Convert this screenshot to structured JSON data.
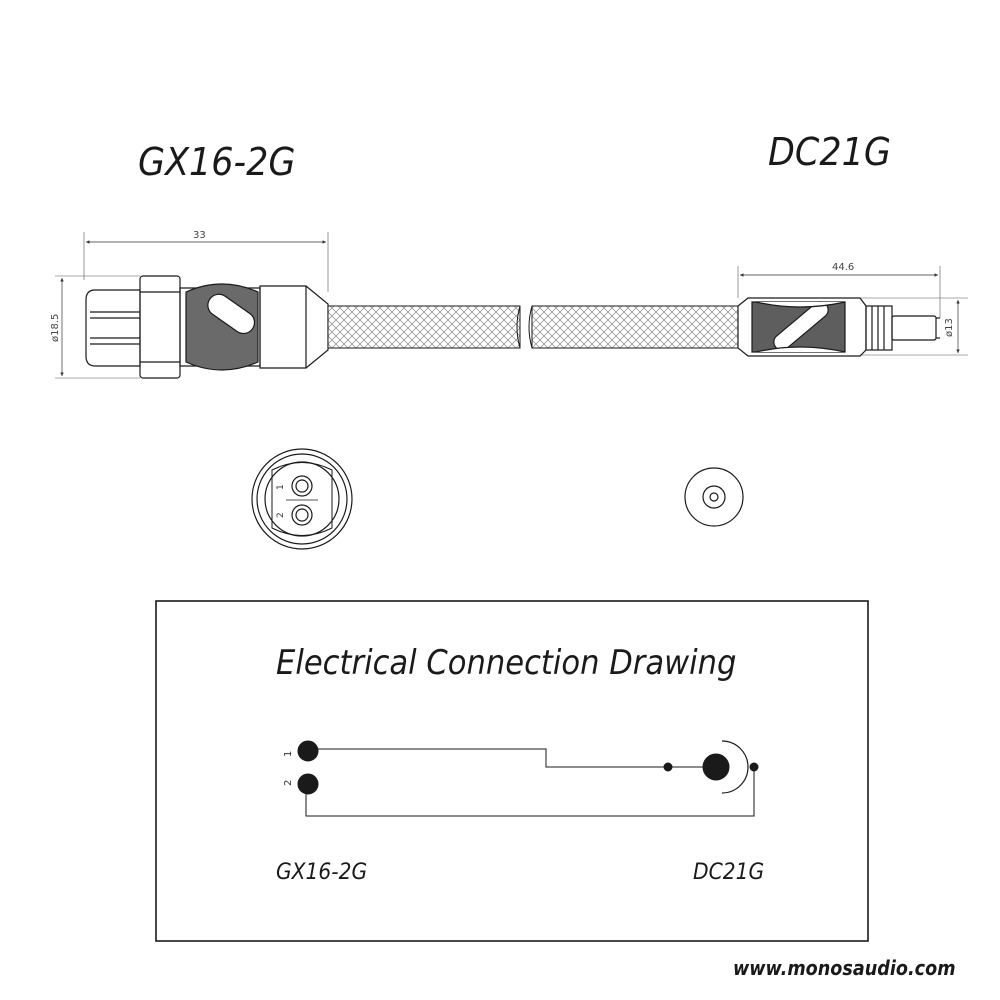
{
  "titles": {
    "left_connector": "GX16-2G",
    "right_connector": "DC21G"
  },
  "dimensions": {
    "gx16_length": "33",
    "gx16_diameter": "ø18.5",
    "dc21_length": "44.6",
    "dc21_diameter": "ø13"
  },
  "pin_labels": [
    "1",
    "2"
  ],
  "connection_panel": {
    "heading": "Electrical Connection Drawing",
    "left_label": "GX16-2G",
    "right_label": "DC21G",
    "pin_labels": [
      "1",
      "2"
    ]
  },
  "footer": {
    "website": "www.monosaudio.com"
  },
  "colors": {
    "line": "#1a1a1a",
    "braid": "#888888",
    "metal_shade": "#555555",
    "background": "#ffffff"
  }
}
